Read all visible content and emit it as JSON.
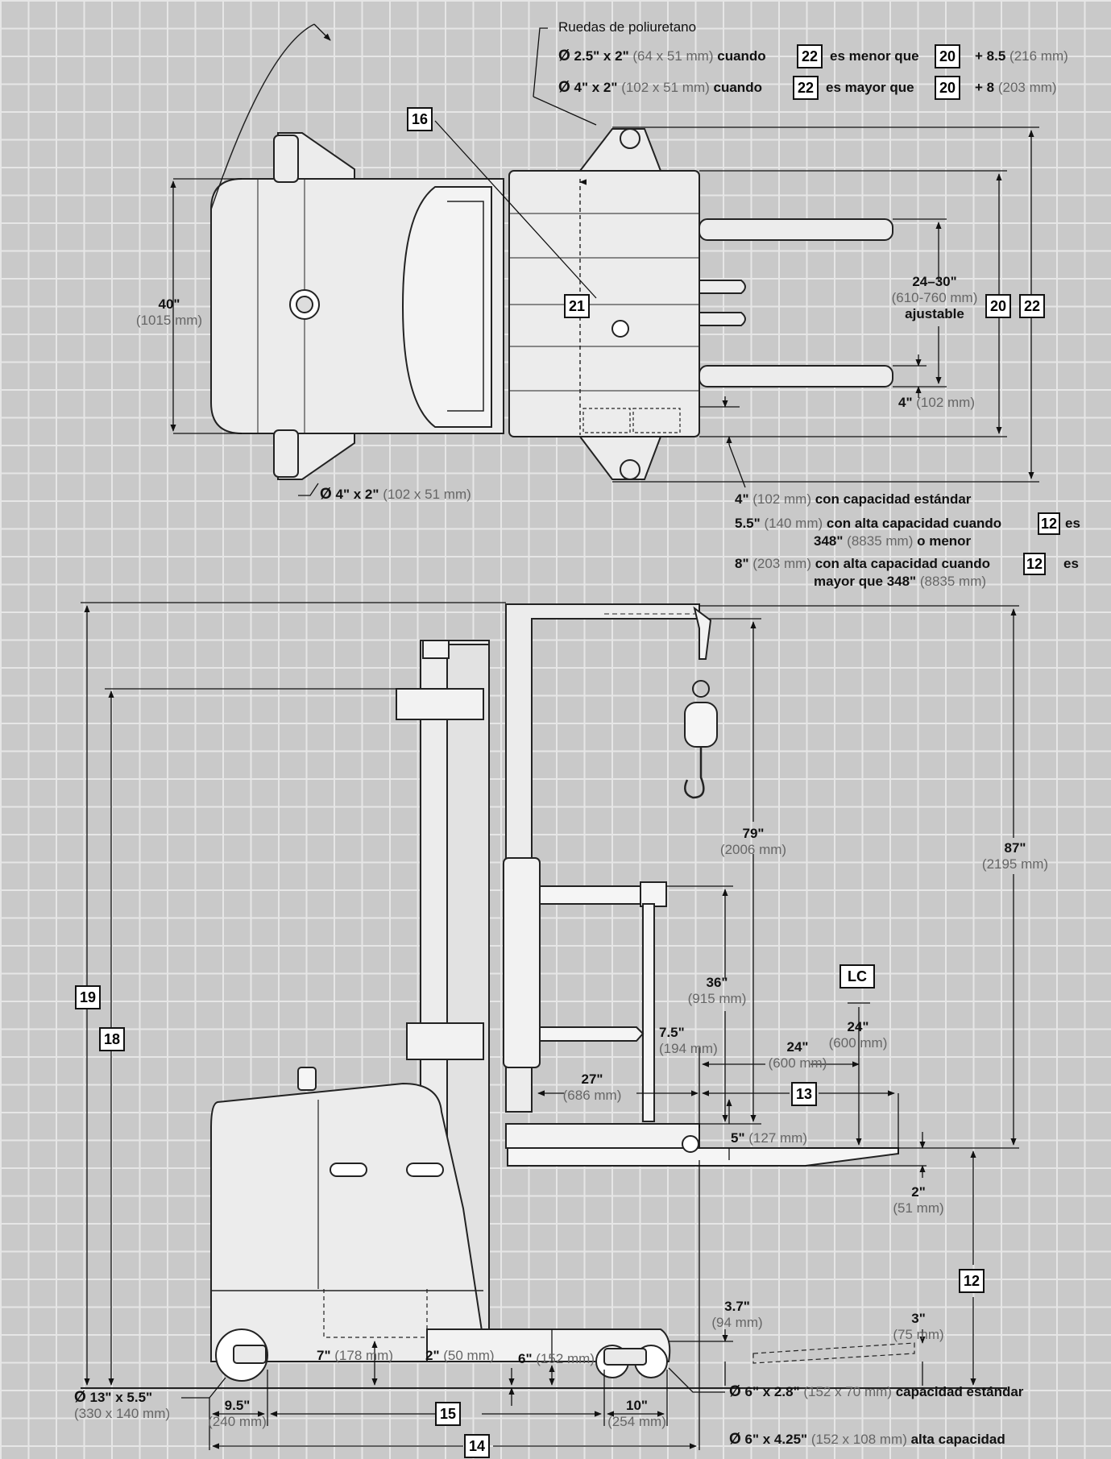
{
  "top_view": {
    "wheels_title": "Ruedas de poliuretano",
    "wheel_line1": {
      "symbol": "Ø",
      "size": "2.5\" x 2\"",
      "metric": "(64 x 51 mm)",
      "word": "cuando",
      "ref_a": "22",
      "cmp": "es menor que",
      "ref_b": "20",
      "add": "+ 8.5",
      "add_metric": "(216 mm)"
    },
    "wheel_line2": {
      "symbol": "Ø",
      "size": "4\" x 2\"",
      "metric": "(102 x 51 mm)",
      "word": "cuando",
      "ref_a": "22",
      "cmp": "es mayor que",
      "ref_b": "20",
      "add": "+ 8",
      "add_metric": "(203 mm)"
    },
    "ref16": "16",
    "ref21": "21",
    "ref20": "20",
    "ref22": "22",
    "width": {
      "value": "40\"",
      "metric": "(1015 mm)"
    },
    "fork_spread": {
      "value": "24–30\"",
      "metric": "(610-760 mm)",
      "note": "ajustable"
    },
    "fork_width": {
      "value": "4\"",
      "metric": "(102 mm)"
    },
    "caster": {
      "symbol": "Ø",
      "size": "4\" x 2\"",
      "metric": "(102 x 51 mm)"
    },
    "std_cap": {
      "value": "4\"",
      "metric": "(102 mm)",
      "text": "con capacidad estándar"
    },
    "high_cap1": {
      "value": "5.5\"",
      "metric": "(140 mm)",
      "text": "con alta capacidad cuando",
      "ref": "12",
      "tail": "es",
      "line2_value": "348\"",
      "line2_metric": "(8835 mm)",
      "line2_text": "o menor"
    },
    "high_cap2": {
      "value": "8\"",
      "metric": "(203 mm)",
      "text": "con alta capacidad cuando",
      "ref": "12",
      "tail": "es",
      "line2_text": "mayor que 348\"",
      "line2_metric": "(8835 mm)"
    }
  },
  "side_view": {
    "ref19": "19",
    "ref18": "18",
    "ref12": "12",
    "ref13": "13",
    "ref14": "14",
    "ref15": "15",
    "lc": "LC",
    "d79": {
      "value": "79\"",
      "metric": "(2006 mm)"
    },
    "d87": {
      "value": "87\"",
      "metric": "(2195 mm)"
    },
    "d36": {
      "value": "36\"",
      "metric": "(915 mm)"
    },
    "d7_5": {
      "value": "7.5\"",
      "metric": "(194 mm)"
    },
    "d24a": {
      "value": "24\"",
      "metric": "(600 mm)"
    },
    "d24b": {
      "value": "24\"",
      "metric": "(600 mm)"
    },
    "d27": {
      "value": "27\"",
      "metric": "(686 mm)"
    },
    "d5": {
      "value": "5\"",
      "metric": "(127 mm)"
    },
    "d2a": {
      "value": "2\"",
      "metric": "(51 mm)"
    },
    "d3_7": {
      "value": "3.7\"",
      "metric": "(94 mm)"
    },
    "d3": {
      "value": "3\"",
      "metric": "(75 mm)"
    },
    "d7": {
      "value": "7\"",
      "metric": "(178 mm)"
    },
    "d2b": {
      "value": "2\"",
      "metric": "(50 mm)"
    },
    "d6": {
      "value": "6\"",
      "metric": "(152 mm)"
    },
    "d9_5": {
      "value": "9.5\"",
      "metric": "(240 mm)"
    },
    "d10": {
      "value": "10\"",
      "metric": "(254 mm)"
    },
    "drive_wheel": {
      "symbol": "Ø",
      "size": "13\" x 5.5\"",
      "metric": "(330 x 140 mm)"
    },
    "load_wheel_std": {
      "symbol": "Ø",
      "size": "6\" x 2.8\"",
      "metric": "(152 x 70 mm)",
      "text": "capacidad estándar"
    },
    "load_wheel_high": {
      "symbol": "Ø",
      "size": "6\" x 4.25\"",
      "metric": "(152 x 108 mm)",
      "text": "alta capacidad"
    }
  }
}
